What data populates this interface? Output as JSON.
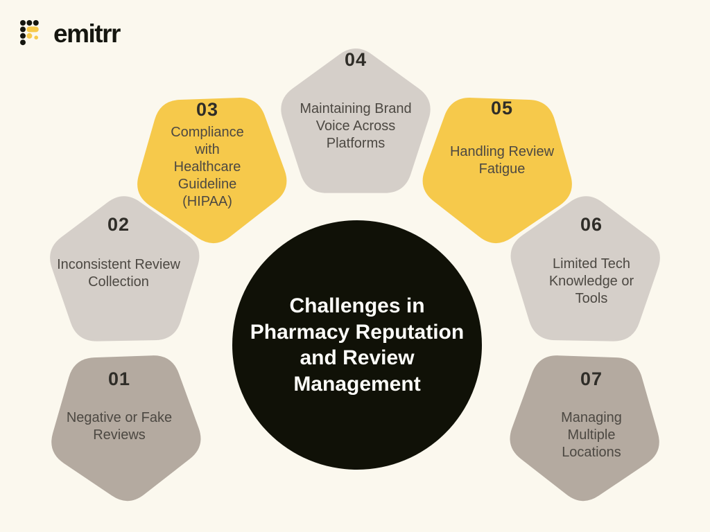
{
  "brand": {
    "name": "emitrr",
    "logo_icon": "emitrr-dots-icon"
  },
  "center": {
    "title": "Challenges in Pharmacy Reputation and Review Management"
  },
  "colors": {
    "background": "#fbf8ee",
    "circle": "#101107",
    "title_text": "#fdfdf9",
    "yellow": "#f6c94b",
    "light_gray": "#d5cfc9",
    "taupe": "#b4aaa0",
    "number_text": "#2f2d28",
    "label_text": "#4c4842"
  },
  "items": [
    {
      "number": "01",
      "label": "Negative or Fake Reviews",
      "color": "#b4aaa0"
    },
    {
      "number": "02",
      "label": "Inconsistent Review Collection",
      "color": "#d5cfc9"
    },
    {
      "number": "03",
      "label": "Compliance with Healthcare Guideline (HIPAA)",
      "color": "#f6c94b"
    },
    {
      "number": "04",
      "label": "Maintaining Brand Voice Across Platforms",
      "color": "#d5cfc9"
    },
    {
      "number": "05",
      "label": "Handling Review Fatigue",
      "color": "#f6c94b"
    },
    {
      "number": "06",
      "label": "Limited Tech Knowledge or Tools",
      "color": "#d5cfc9"
    },
    {
      "number": "07",
      "label": "Managing Multiple Locations",
      "color": "#b4aaa0"
    }
  ]
}
